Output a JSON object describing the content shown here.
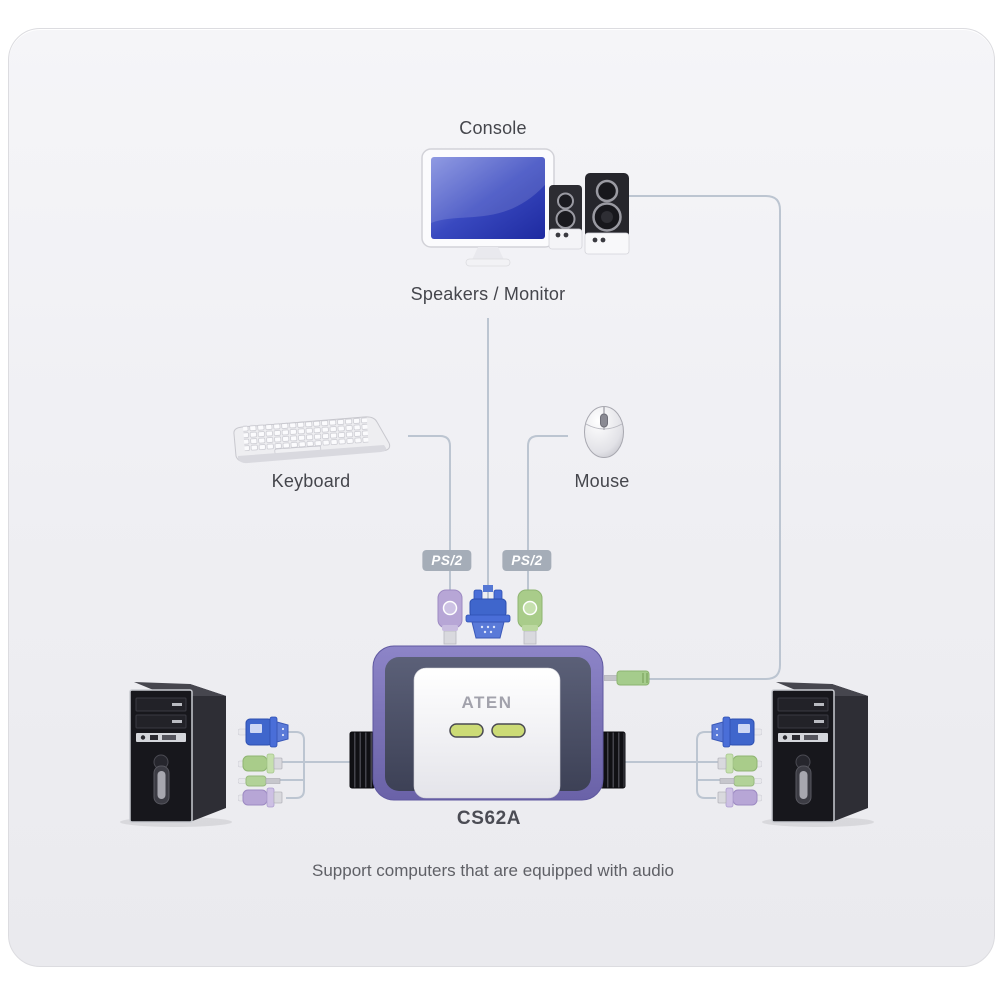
{
  "page": {
    "type": "product-connection-diagram"
  },
  "labels": {
    "console": "Console",
    "speakers_monitor": "Speakers / Monitor",
    "keyboard": "Keyboard",
    "mouse": "Mouse"
  },
  "ps2_badges": [
    "PS/2",
    "PS/2"
  ],
  "kvm": {
    "brand": "ATEN",
    "model": "CS62A",
    "led_count": 2
  },
  "footer_note": "Support computers that are equipped with audio",
  "colors": {
    "panel_bg": "#f2f2f6",
    "panel_border": "#dcdce0",
    "cable_line": "#bcc5d1",
    "badge_bg": "#a5adb8",
    "badge_text": "#ffffff",
    "kvm_purple": "#7a72b6",
    "kvm_body_dark": "#474c63",
    "kvm_face": "#f2f2f5",
    "led_green": "#ccdb76",
    "monitor_screen_blue": "#3949c0",
    "vga_blue": "#3f66cc",
    "ps2_keyboard_purple": "#b7a6d6",
    "ps2_mouse_green": "#a9cc8a",
    "audio_plug_green": "#a5cc8c",
    "label_text": "#45464c",
    "model_text": "#4b4c54",
    "footer_text": "#5f6066"
  }
}
